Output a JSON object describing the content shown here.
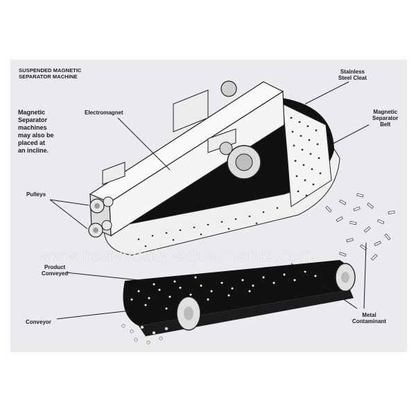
{
  "diagram": {
    "title": "SUSPENDED MAGNETIC\nSEPARATOR MACHINE",
    "note": "Magnetic\nSeparator\nmachines\nmay also be\nplaced at\nan incline.",
    "labels": {
      "electromagnet": "Electromagnet",
      "stainless_steel_cleat": "Stainless\nSteel Cleat",
      "magnetic_separator_belt": "Magnetic\nSeparator\nBelt",
      "pulleys": "Pulleys",
      "product_conveyed": "Product\nConveyed",
      "conveyor": "Conveyor",
      "metal_contaminant": "Metal\nContaminant"
    },
    "watermark": "www.heavyduty-equipments.com"
  }
}
